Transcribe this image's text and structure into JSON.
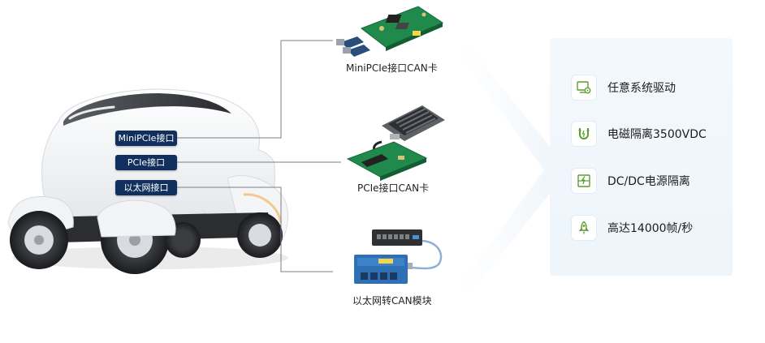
{
  "robot_tags": {
    "minipcie": "MiniPCIe接口",
    "pcie": "PCIe接口",
    "ethernet": "以太网接口"
  },
  "products": {
    "minipcie_card": "MiniPCIe接口CAN卡",
    "pcie_card": "PCIe接口CAN卡",
    "ethernet_module": "以太网转CAN模块"
  },
  "features": [
    {
      "label": "任意系统驱动",
      "icon": "driver-settings-icon"
    },
    {
      "label": "电磁隔离3500VDC",
      "icon": "magnet-icon"
    },
    {
      "label": "DC/DC电源隔离",
      "icon": "power-isolation-icon"
    },
    {
      "label": "高达14000帧/秒",
      "icon": "rocket-icon"
    }
  ],
  "colors": {
    "tag_bg": "#12305e",
    "icon_green": "#5c9e2e",
    "pcb_green": "#1f8a4c",
    "panel_bg": "#eef5fb"
  }
}
